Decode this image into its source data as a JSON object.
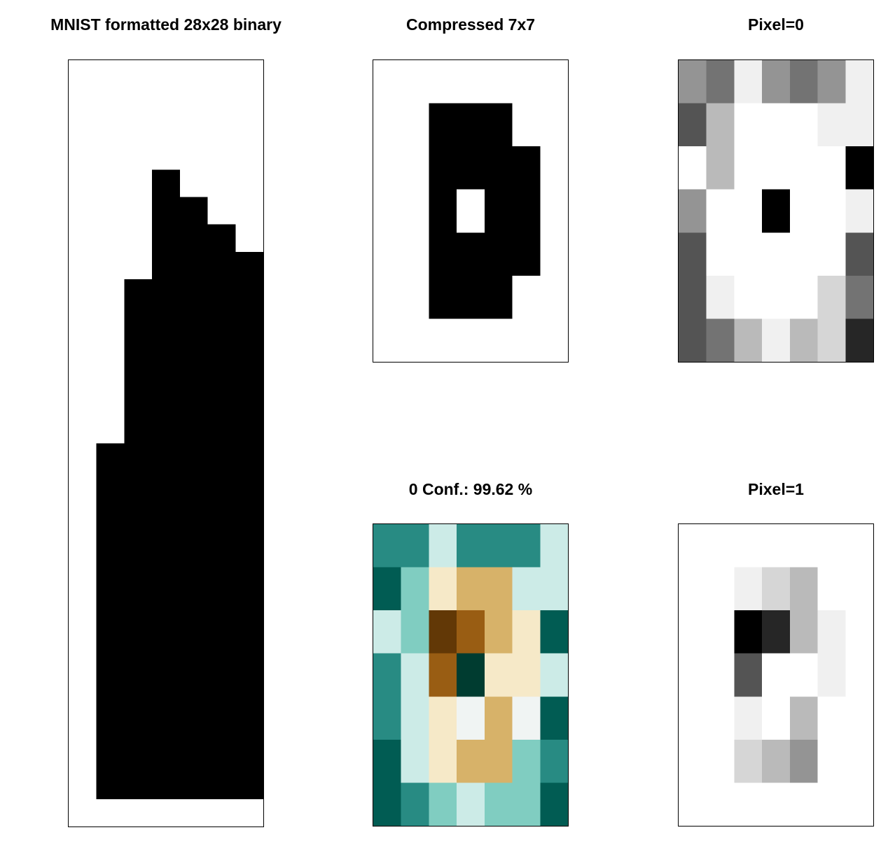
{
  "chart_data": [
    {
      "id": "binary",
      "type": "heatmap",
      "title": "MNIST formatted 28x28 binary",
      "colormap": "binary",
      "rows": 28,
      "cols": 7,
      "ranges": [
        [
          0,
          0
        ],
        [
          0,
          0
        ],
        [
          0,
          0
        ],
        [
          0,
          0
        ],
        [
          3,
          3
        ],
        [
          3,
          4
        ],
        [
          3,
          5
        ],
        [
          3,
          6
        ],
        [
          2,
          6
        ],
        [
          2,
          6
        ],
        [
          2,
          6
        ],
        [
          2,
          6
        ],
        [
          2,
          6
        ],
        [
          2,
          6
        ],
        [
          1,
          6
        ],
        [
          1,
          6
        ],
        [
          1,
          6
        ],
        [
          1,
          6
        ],
        [
          1,
          6
        ],
        [
          1,
          6
        ],
        [
          1,
          6
        ],
        [
          1,
          6
        ],
        [
          1,
          6
        ],
        [
          1,
          6
        ],
        [
          1,
          6
        ],
        [
          1,
          6
        ],
        [
          1,
          6
        ],
        [
          0,
          0
        ]
      ]
    },
    {
      "id": "compressed",
      "type": "heatmap",
      "title": "Compressed 7x7",
      "colormap": "binary",
      "values": [
        [
          0,
          0,
          0,
          0,
          0,
          0,
          0
        ],
        [
          0,
          0,
          1,
          1,
          1,
          0,
          0
        ],
        [
          0,
          0,
          1,
          1,
          1,
          1,
          0
        ],
        [
          0,
          0,
          1,
          0,
          1,
          1,
          0
        ],
        [
          0,
          0,
          1,
          1,
          1,
          1,
          0
        ],
        [
          0,
          0,
          1,
          1,
          1,
          0,
          0
        ],
        [
          0,
          0,
          0,
          0,
          0,
          0,
          0
        ]
      ]
    },
    {
      "id": "pixel0",
      "type": "heatmap",
      "title": "Pixel=0",
      "colormap": "gray_r",
      "values": [
        [
          0.42,
          0.55,
          0.06,
          0.42,
          0.55,
          0.42,
          0.06
        ],
        [
          0.67,
          0.27,
          0,
          0,
          0,
          0.06,
          0.06
        ],
        [
          0,
          0.27,
          0,
          0,
          0,
          0,
          1
        ],
        [
          0.42,
          0,
          0,
          1,
          0,
          0,
          0.06
        ],
        [
          0.67,
          0,
          0,
          0,
          0,
          0,
          0.67
        ],
        [
          0.67,
          0.06,
          0,
          0,
          0,
          0.16,
          0.55
        ],
        [
          0.67,
          0.55,
          0.27,
          0.06,
          0.27,
          0.16,
          0.85
        ]
      ]
    },
    {
      "id": "conf",
      "type": "heatmap",
      "title": "0 Conf.: 99.62 %",
      "colormap": "BrBG",
      "vlim": [
        -1,
        1
      ],
      "values": [
        [
          0.65,
          0.65,
          0.18,
          0.65,
          0.65,
          0.65,
          0.18
        ],
        [
          0.85,
          0.4,
          -0.18,
          -0.45,
          -0.45,
          0.18,
          0.18
        ],
        [
          0.18,
          0.4,
          -0.95,
          -0.75,
          -0.45,
          -0.18,
          0.85
        ],
        [
          0.65,
          0.18,
          -0.75,
          1,
          -0.18,
          -0.18,
          0.18
        ],
        [
          0.65,
          0.18,
          -0.18,
          0.02,
          -0.45,
          0.02,
          0.85
        ],
        [
          0.85,
          0.18,
          -0.18,
          -0.45,
          -0.45,
          0.4,
          0.65
        ],
        [
          0.85,
          0.65,
          0.4,
          0.18,
          0.4,
          0.4,
          0.85
        ]
      ]
    },
    {
      "id": "pixel1",
      "type": "heatmap",
      "title": "Pixel=1",
      "colormap": "gray_r",
      "values": [
        [
          0,
          0,
          0,
          0,
          0,
          0,
          0
        ],
        [
          0,
          0,
          0.06,
          0.16,
          0.27,
          0,
          0
        ],
        [
          0,
          0,
          1,
          0.85,
          0.27,
          0.06,
          0
        ],
        [
          0,
          0,
          0.67,
          0,
          0,
          0.06,
          0
        ],
        [
          0,
          0,
          0.06,
          0,
          0.27,
          0,
          0
        ],
        [
          0,
          0,
          0.16,
          0.27,
          0.42,
          0,
          0
        ],
        [
          0,
          0,
          0,
          0,
          0,
          0,
          0
        ]
      ]
    }
  ]
}
